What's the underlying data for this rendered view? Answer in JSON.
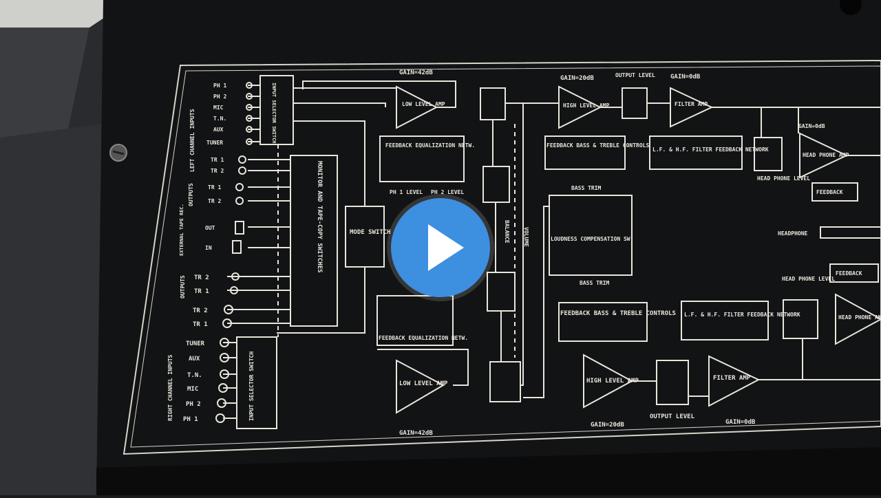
{
  "player": {
    "play_icon": "play-icon",
    "accent": "#3d8fe0"
  },
  "panel": {
    "gain_42": "GAIN=42dB",
    "gain_20": "GAIN=20dB",
    "gain_0": "GAIN=0dB",
    "output_level": "OUTPUT LEVEL",
    "left_channel_inputs": "LEFT CHANNEL INPUTS",
    "right_channel_inputs": "RIGHT CHANNEL INPUTS",
    "outputs": "OUTPUTS",
    "external_tape_rec": "EXTERNAL TAPE REC.",
    "ph1": "PH 1",
    "ph2": "PH 2",
    "mic": "MIC",
    "tn": "T.N.",
    "aux": "AUX",
    "tuner": "TUNER",
    "tr1": "TR 1",
    "tr2": "TR 2",
    "out": "OUT",
    "in": "IN",
    "input_selector_switch": "INPUT SELECTOR SWITCH",
    "monitor_switches": "MONITOR AND TAPE-COPY SWITCHES",
    "low_level_amp": "LOW LEVEL AMP",
    "feedback_eq_netw": "FEEDBACK EQUALIZATION NETW.",
    "ph1_level": "PH 1 LEVEL",
    "ph2_level": "PH 2 LEVEL",
    "mode_switch": "MODE SWITCH",
    "balance": "BALANCE",
    "volume": "VOLUME",
    "high_level_amp": "HIGH LEVEL AMP",
    "feedback_bass_treble": "FEEDBACK BASS & TREBLE CONTROLS",
    "bass_trim": "BASS TRIM",
    "loudness": "LOUDNESS COMPENSATION SW",
    "filter_amp": "FILTER AMP",
    "lf_hf_filter": "L.F. & H.F. FILTER FEEDBACK NETWORK",
    "head_phone_amp": "HEAD PHONE AMP",
    "head_phone_level": "HEAD PHONE LEVEL",
    "feedback": "FEEDBACK",
    "headphone": "HEADPHONE"
  }
}
